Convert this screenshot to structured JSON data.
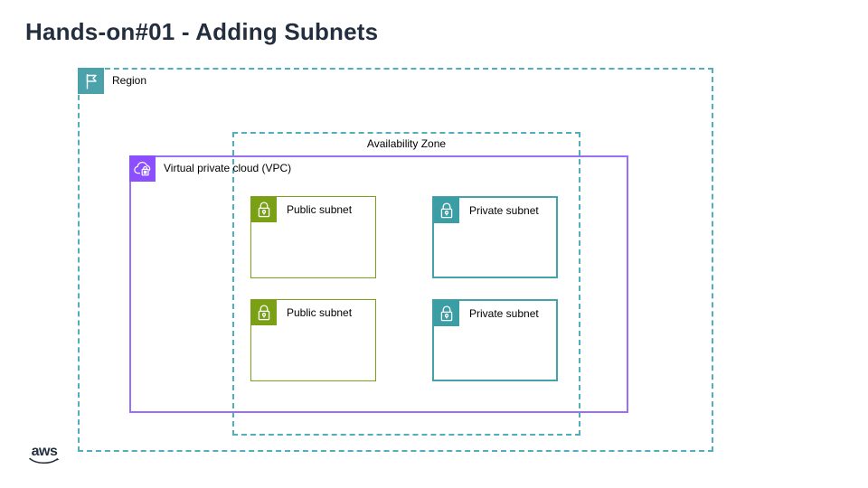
{
  "title": "Hands-on#01 - Adding Subnets",
  "diagram": {
    "region": {
      "label": "Region"
    },
    "availability_zone": {
      "label": "Availability Zone"
    },
    "vpc": {
      "label": "Virtual private cloud (VPC)"
    },
    "subnets": [
      {
        "type": "public",
        "label": "Public subnet"
      },
      {
        "type": "private",
        "label": "Private subnet"
      },
      {
        "type": "public",
        "label": "Public subnet"
      },
      {
        "type": "private",
        "label": "Private subnet"
      }
    ]
  },
  "branding": {
    "logo_text": "aws"
  },
  "colors": {
    "title_text": "#232F3E",
    "boundary_dash_teal": "#4FAFBA",
    "region_icon_teal": "#4BA2AB",
    "vpc_purple": "#8C4FFF",
    "vpc_border": "#9A6EF8",
    "public_subnet_green": "#7AA116",
    "private_subnet_teal": "#3C9EA5",
    "label_text": "#000000"
  }
}
